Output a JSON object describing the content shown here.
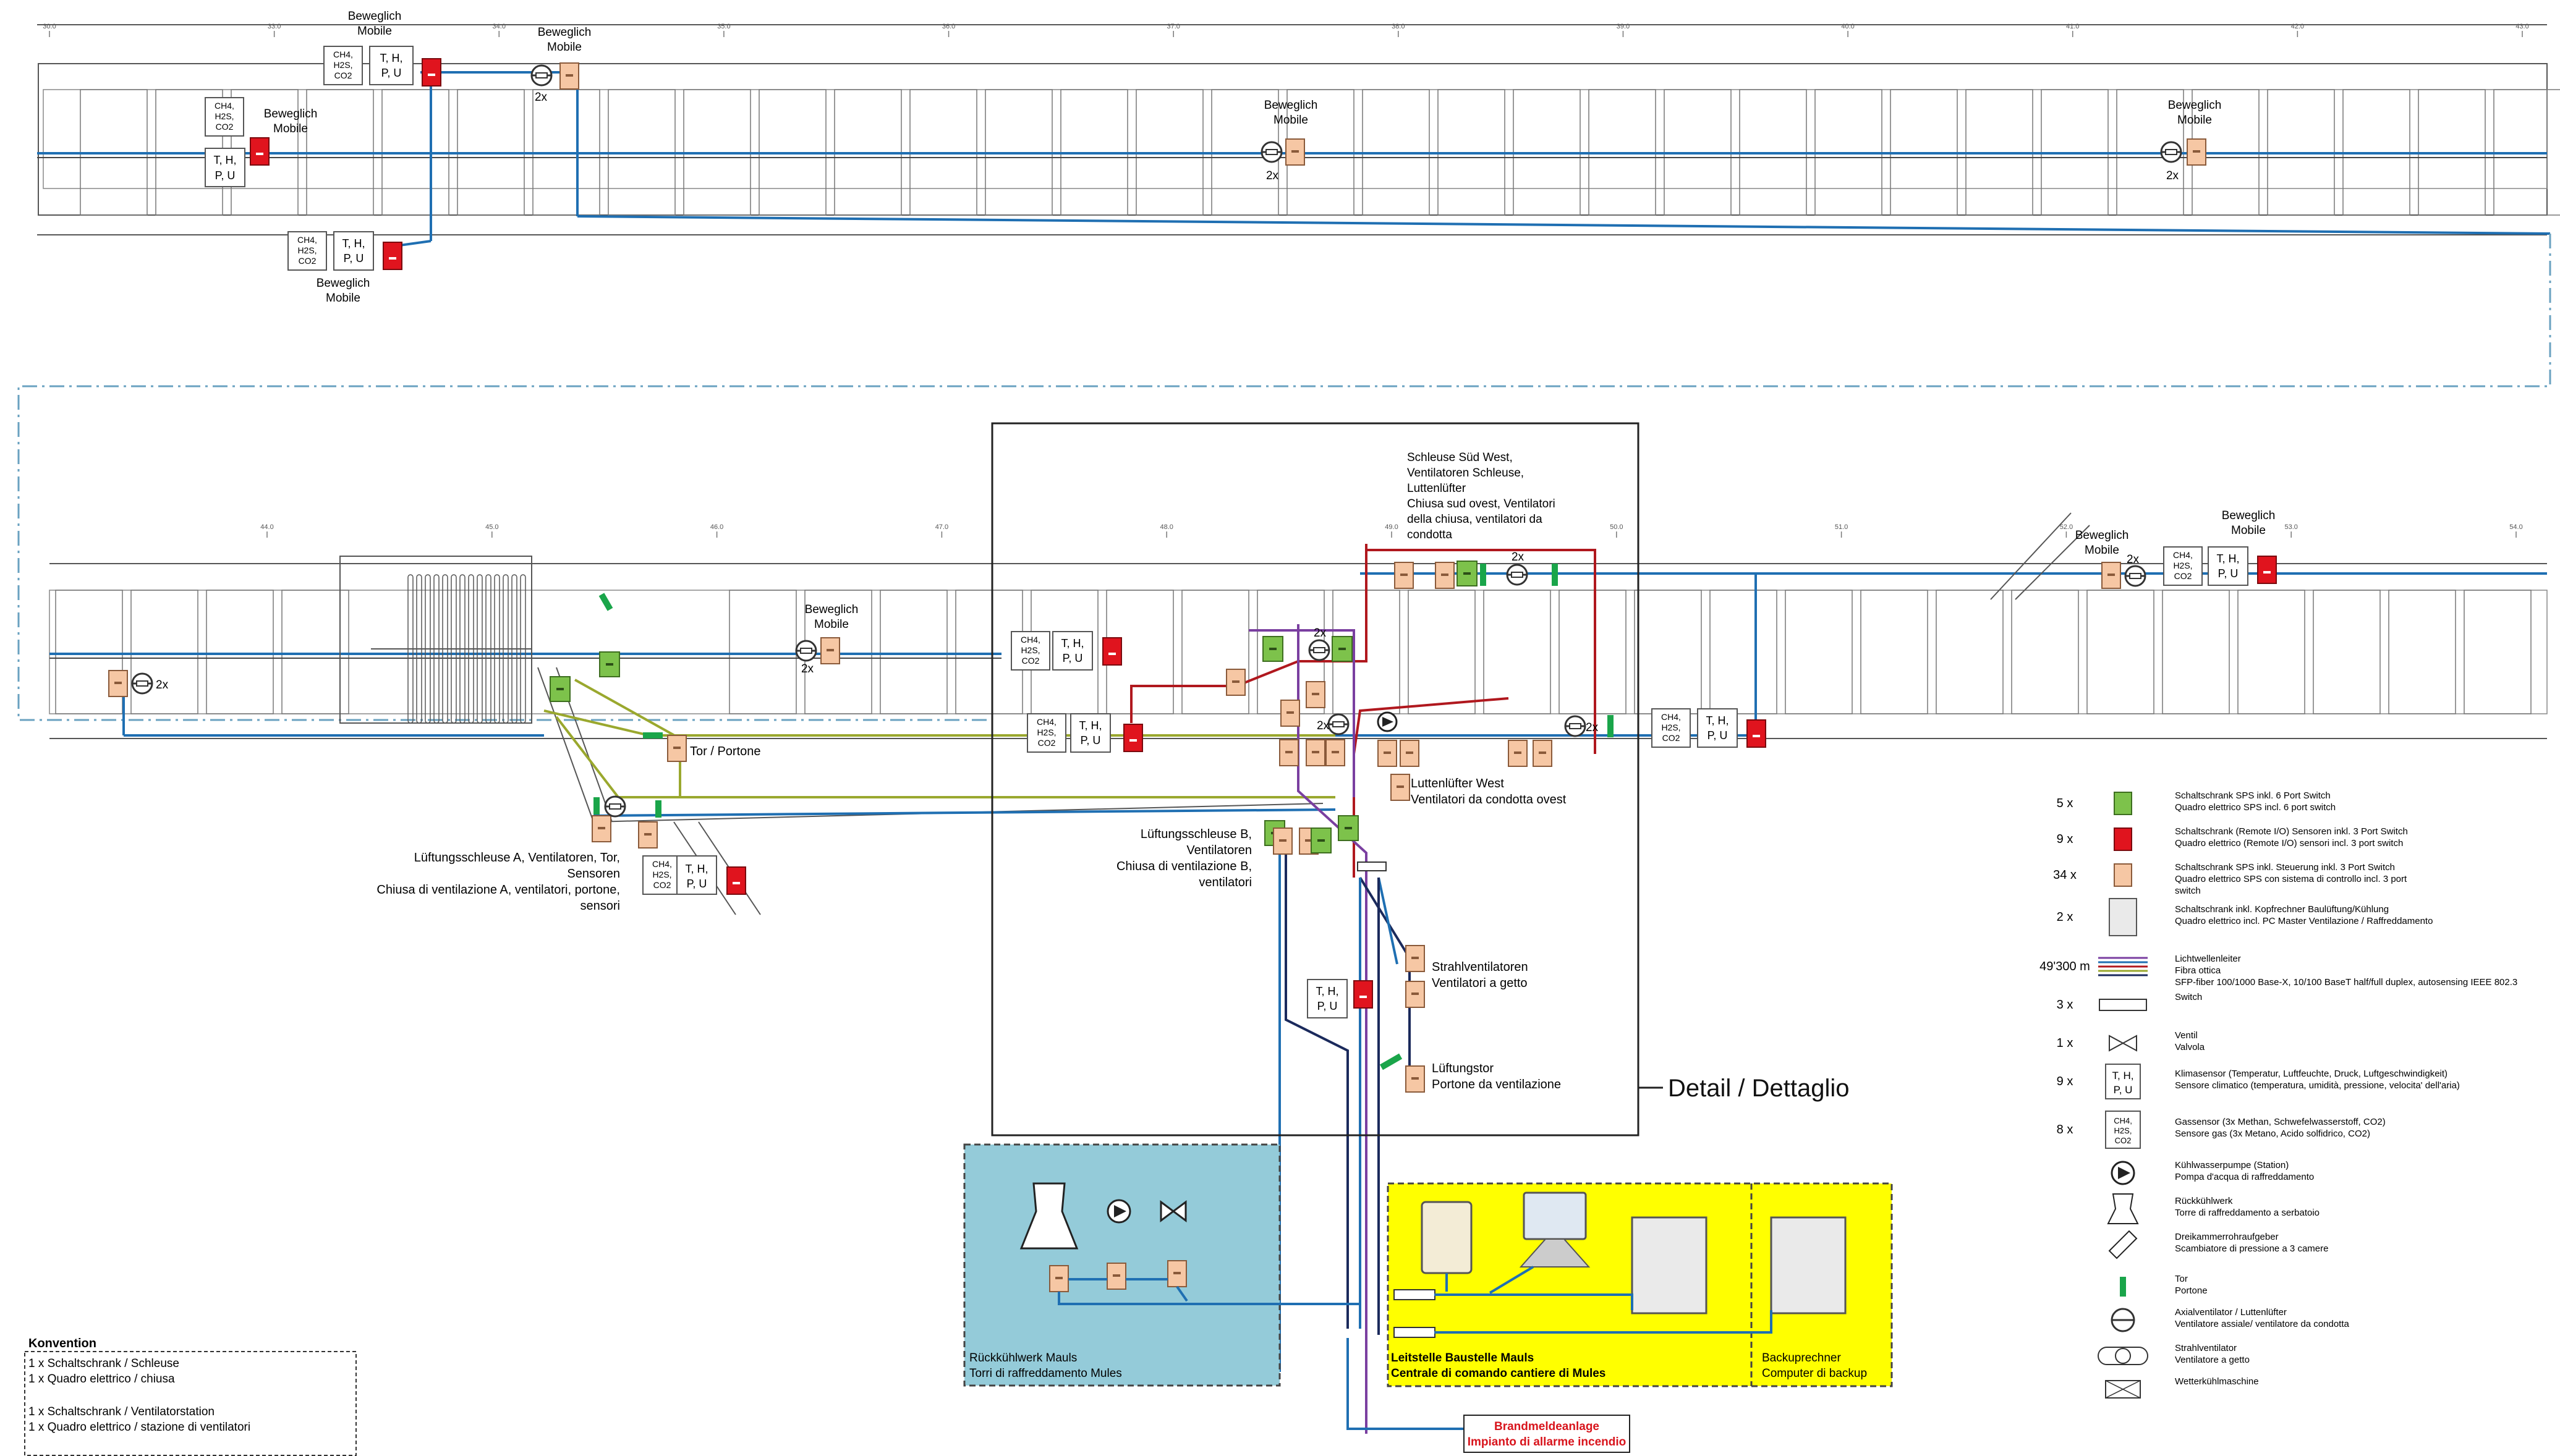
{
  "scale_labels_top": [
    "30.0",
    "33.0",
    "34.0",
    "35.0",
    "36.0",
    "37.0",
    "38.0",
    "39.0",
    "40.0",
    "41.0",
    "42.0",
    "43.0"
  ],
  "scale_labels_mid": [
    "44.0",
    "45.0",
    "46.0",
    "47.0",
    "48.0",
    "49.0",
    "50.0",
    "51.0",
    "52.0",
    "53.0",
    "54.0"
  ],
  "sensor_gas": [
    "CH4,",
    "H2S,",
    "CO2"
  ],
  "sensor_climate": [
    "T, H,",
    "P, U"
  ],
  "mobile": [
    "Beweglich",
    "Mobile"
  ],
  "count_2x": "2x",
  "labels": {
    "tor_portone": "Tor / Portone",
    "schleuse_a": [
      "Lüftungsschleuse A, Ventilatoren, Tor,",
      "Sensoren",
      "Chiusa di ventilazione A, ventilatori, portone,",
      "sensori"
    ],
    "schleuse_sw": [
      "Schleuse Süd West,",
      "Ventilatoren Schleuse,",
      "Luttenlüfter",
      "Chiusa sud ovest, Ventilatori",
      "della chiusa, ventilatori da",
      "condotta"
    ],
    "lutten_west": [
      "Luttenlüfter West",
      "Ventilatori da condotta ovest"
    ],
    "schleuse_b": [
      "Lüftungsschleuse B,",
      "Ventilatoren",
      "Chiusa di ventilazione B,",
      "ventilatori"
    ],
    "strahl": [
      "Strahlventilatoren",
      "Ventilatori a getto"
    ],
    "lueftungstor": [
      "Lüftungstor",
      "Portone da ventilazione"
    ],
    "detail": "Detail / Dettaglio",
    "rueckkuehl": [
      "Rückkühlwerk Mauls",
      "Torri di raffreddamento Mules"
    ],
    "leitstelle": [
      "Leitstelle Baustelle Mauls",
      "Centrale di comando cantiere di Mules"
    ],
    "backup": [
      "Backuprechner",
      "Computer di backup"
    ],
    "brand": [
      "Brandmeldeanlage",
      "Impianto di allarme incendio"
    ]
  },
  "konvention": {
    "title": "Konvention",
    "lines": [
      "1 x Schaltschrank / Schleuse",
      "1 x Quadro elettrico / chiusa",
      "1 x Schaltschrank / Ventilatorstation",
      "1 x Quadro elettrico / stazione di ventilatori"
    ]
  },
  "legend": [
    {
      "count": "5 x",
      "text": [
        "Schaltschrank SPS inkl. 6 Port Switch",
        "Quadro elettrico SPS incl. 6 port switch"
      ]
    },
    {
      "count": "9 x",
      "text": [
        "Schaltschrank (Remote I/O) Sensoren inkl. 3 Port Switch",
        "Quadro elettrico (Remote I/O) sensori incl. 3 port switch"
      ]
    },
    {
      "count": "34 x",
      "text": [
        "Schaltschrank SPS inkl. Steuerung inkl. 3 Port Switch",
        "Quadro elettrico SPS con sistema di controllo incl. 3 port",
        "switch"
      ]
    },
    {
      "count": "2 x",
      "text": [
        "Schaltschrank inkl. Kopfrechner Baulüftung/Kühlung",
        "Quadro elettrico incl. PC Master Ventilazione / Raffreddamento"
      ]
    },
    {
      "count": "49'300 m",
      "text": [
        "Lichtwellenleiter",
        "Fibra ottica",
        "SFP-fiber 100/1000 Base-X, 10/100 BaseT half/full duplex, autosensing IEEE 802.3"
      ]
    },
    {
      "count": "3 x",
      "text": [
        "Switch"
      ]
    },
    {
      "count": "1 x",
      "text": [
        "Ventil",
        "Valvola"
      ]
    },
    {
      "count": "9 x",
      "text": [
        "Klimasensor (Temperatur, Luftfeuchte, Druck, Luftgeschwindigkeit)",
        "Sensore climatico (temperatura, umidità, pressione, velocita' dell'aria)"
      ]
    },
    {
      "count": "8 x",
      "text": [
        "Gassensor (3x Methan, Schwefelwasserstoff, CO2)",
        "Sensore gas (3x Metano, Acido solfidrico, CO2)"
      ]
    },
    {
      "count": "",
      "text": [
        "Kühlwasserpumpe (Station)",
        "Pompa d'acqua di raffreddamento"
      ]
    },
    {
      "count": "",
      "text": [
        "Rückkühlwerk",
        "Torre di raffreddamento a serbatoio"
      ]
    },
    {
      "count": "",
      "text": [
        "Dreikammerrohraufgeber",
        "Scambiatore di pressione a 3 camere"
      ]
    },
    {
      "count": "",
      "text": [
        "Tor",
        "Portone"
      ]
    },
    {
      "count": "",
      "text": [
        "Axialventilator / Luttenlüfter",
        "Ventilatore assiale/ ventilatore da condotta"
      ]
    },
    {
      "count": "",
      "text": [
        "Strahlventilator",
        "Ventilatore a getto"
      ]
    },
    {
      "count": "",
      "text": [
        "Wetterkühlmaschine"
      ]
    }
  ],
  "colors": {
    "fiber_blue": "#1f6fb2",
    "fiber_purple": "#7a3fa0",
    "fiber_red": "#b0181e",
    "fiber_olive": "#9aa82e",
    "fiber_navy": "#1b2a5c",
    "plc_green": "#7dc24b",
    "remote_red": "#e0141e",
    "plc_orange": "#f6c7a4",
    "gate_green": "#1aa54a",
    "cooling_bg": "#94cbd9",
    "control_bg": "#ffff00"
  }
}
